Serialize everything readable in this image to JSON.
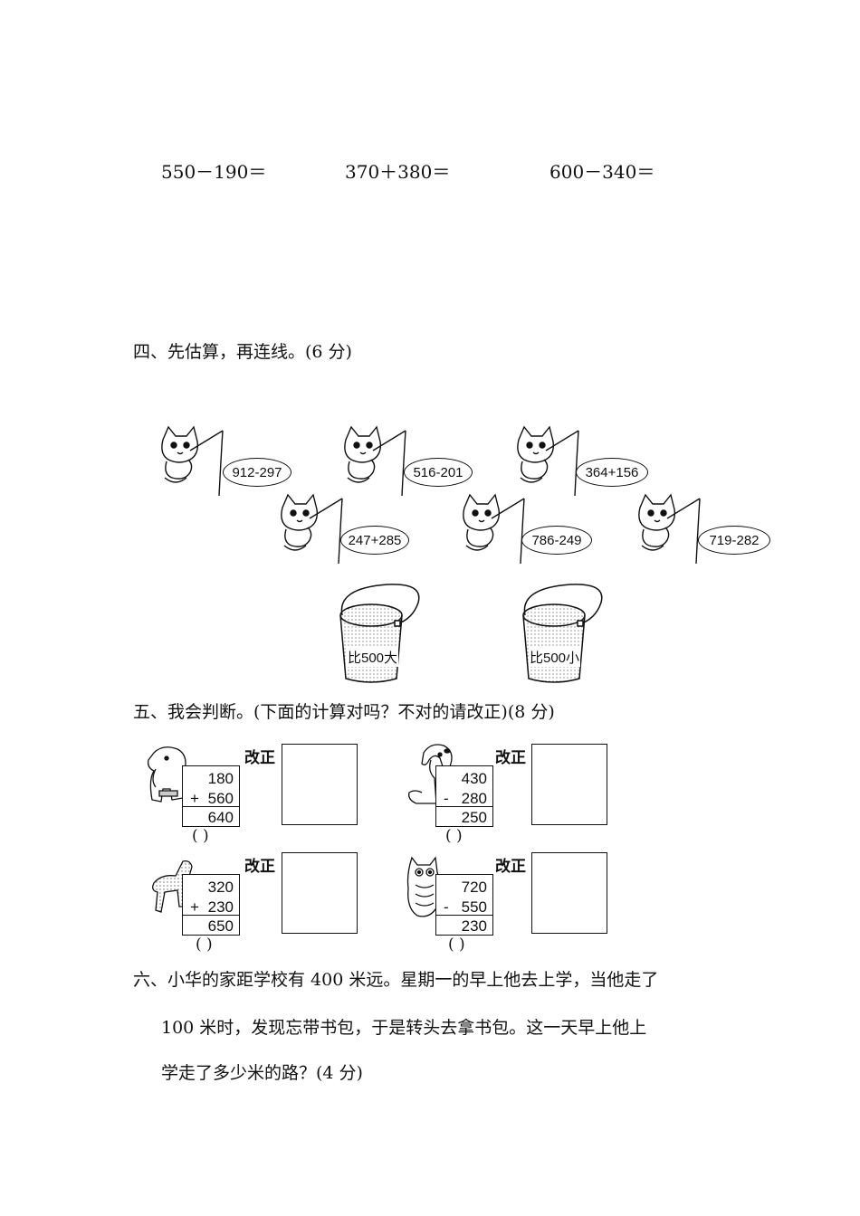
{
  "calc_row": [
    "550－190＝",
    "370＋380＝",
    "600－340＝"
  ],
  "section4": {
    "title": "四、先估算，再连线。(6 分)",
    "fish_row1": [
      "912-297",
      "516-201",
      "364+156"
    ],
    "fish_row2": [
      "247+285",
      "786-249",
      "719-282"
    ],
    "buckets": [
      "比500大",
      "比500小"
    ]
  },
  "section5": {
    "title": "五、我会判断。(下面的计算对吗？不对的请改正)(8 分)",
    "correct_label": "改正",
    "paren": "(     )",
    "problems": [
      {
        "a": "180",
        "op": "+",
        "b": "560",
        "result": "640",
        "animal": "elephant-icon"
      },
      {
        "a": "430",
        "op": "-",
        "b": "280",
        "result": "250",
        "animal": "dog-icon"
      },
      {
        "a": "320",
        "op": "+",
        "b": "230",
        "result": "650",
        "animal": "horse-icon"
      },
      {
        "a": "720",
        "op": "-",
        "b": "550",
        "result": "230",
        "animal": "owl-icon"
      }
    ]
  },
  "section6": {
    "line1": "六、小华的家距学校有 400 米远。星期一的早上他去上学，当他走了",
    "line2": "100 米时，发现忘带书包，于是转头去拿书包。这一天早上他上",
    "line3": "学走了多少米的路？(4 分)"
  }
}
